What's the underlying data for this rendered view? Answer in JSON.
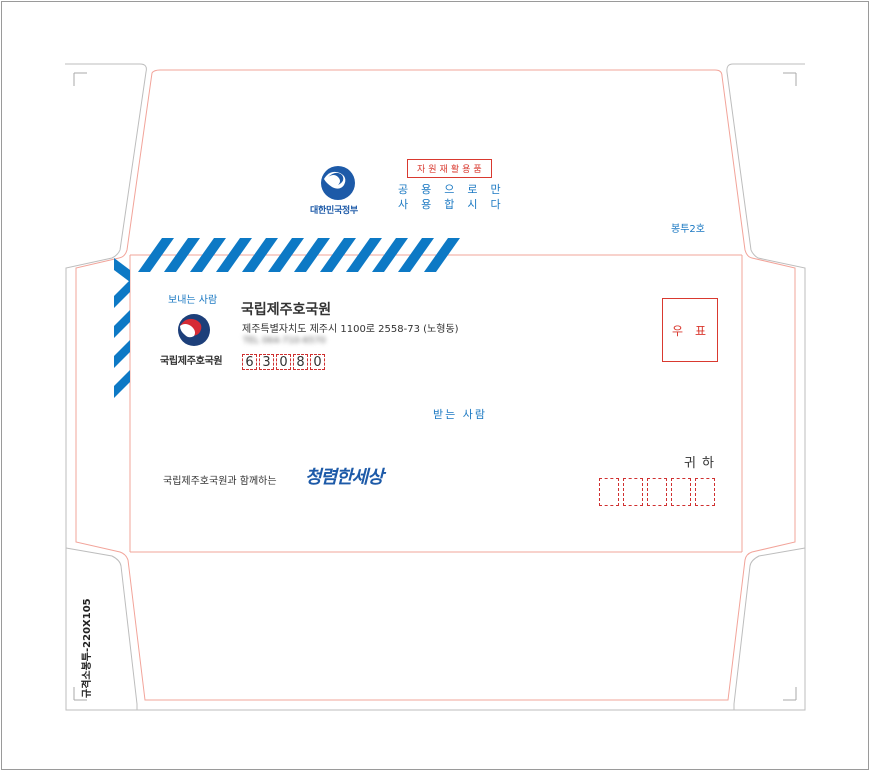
{
  "emblem": {
    "label": "대한민국정부"
  },
  "recycle": {
    "label": "자원재활용품"
  },
  "slogan": {
    "line1": "공용으로만",
    "line2": "사용합시다"
  },
  "envelope": {
    "size_code": "봉투2호",
    "spec": "규격소봉투-220X105"
  },
  "sender": {
    "label": "보내는 사람",
    "org_name": "국립제주호국원",
    "org_logo_label": "국립제주호국원",
    "address": "제주특별자치도 제주시 1100로 2558-73 (노형동)",
    "phone": "TEL 064-710-6570",
    "zip_digits": [
      "6",
      "3",
      "0",
      "8",
      "0"
    ]
  },
  "stamp": {
    "label": "우표"
  },
  "recipient": {
    "label": "받는 사람",
    "honorific": "귀하",
    "zip_box_count": 5
  },
  "footer": {
    "tagline": "국립제주호국원과 함께하는",
    "campaign": "청렴한세상"
  },
  "colors": {
    "accent_blue": "#1a78c2",
    "stripe_blue": "#0d79c5",
    "red": "#d9392f",
    "navy": "#1d5aa8"
  }
}
